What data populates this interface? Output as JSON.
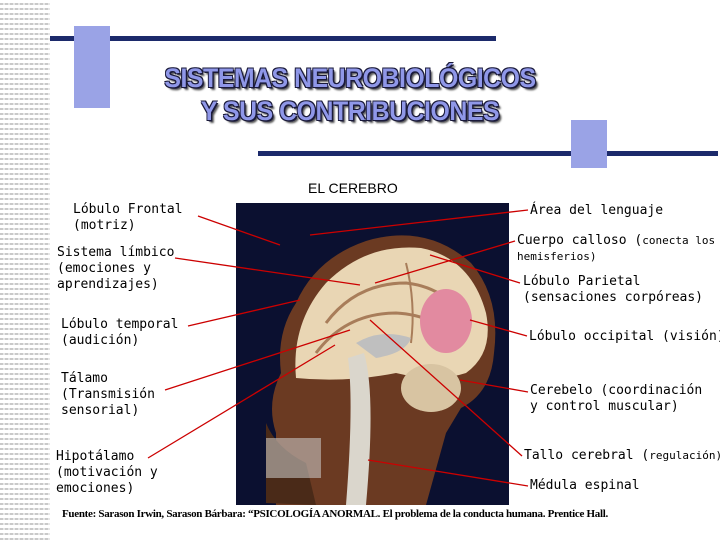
{
  "title": {
    "line1": "SISTEMAS NEUROBIOLÓGICOS",
    "line2": "Y SUS CONTRIBUCIONES"
  },
  "subtitle": "EL CEREBRO",
  "left_labels": [
    {
      "line1": "Lóbulo Frontal",
      "line2": "(motriz)"
    },
    {
      "line1": "Sistema límbico",
      "line2": "(emociones y",
      "line3": "aprendizajes)"
    },
    {
      "line1": "Lóbulo temporal",
      "line2": "(audición)"
    },
    {
      "line1": "Tálamo",
      "line2": "(Transmisión",
      "line3": "sensorial)"
    },
    {
      "line1": "Hipotálamo",
      "line2": "(motivación y",
      "line3": "emociones)"
    }
  ],
  "right_labels": [
    {
      "line1": "Área del lenguaje"
    },
    {
      "line1_main": "Cuerpo calloso (",
      "line1_small": "conecta los",
      "line2": "hemisferios)"
    },
    {
      "line1": "Lóbulo Parietal",
      "line2": "(sensaciones corpóreas)"
    },
    {
      "line1": "Lóbulo occipital (visión)"
    },
    {
      "line1": "Cerebelo (coordinación",
      "line2": "y control muscular)"
    },
    {
      "line1_main": "Tallo cerebral (",
      "line1_small": "regulación)"
    },
    {
      "line1": "Médula espinal"
    }
  ],
  "footer": "Fuente: Sarason Irwin, Sarason Bárbara: “PSICOLOGÍA ANORMAL. El problema de la conducta humana. Prentice Hall.",
  "colors": {
    "accent_bar": "#1c2a6b",
    "accent_square": "#9aa3e6",
    "title_fill": "#8f97e8",
    "leader_line": "#cc0000"
  }
}
